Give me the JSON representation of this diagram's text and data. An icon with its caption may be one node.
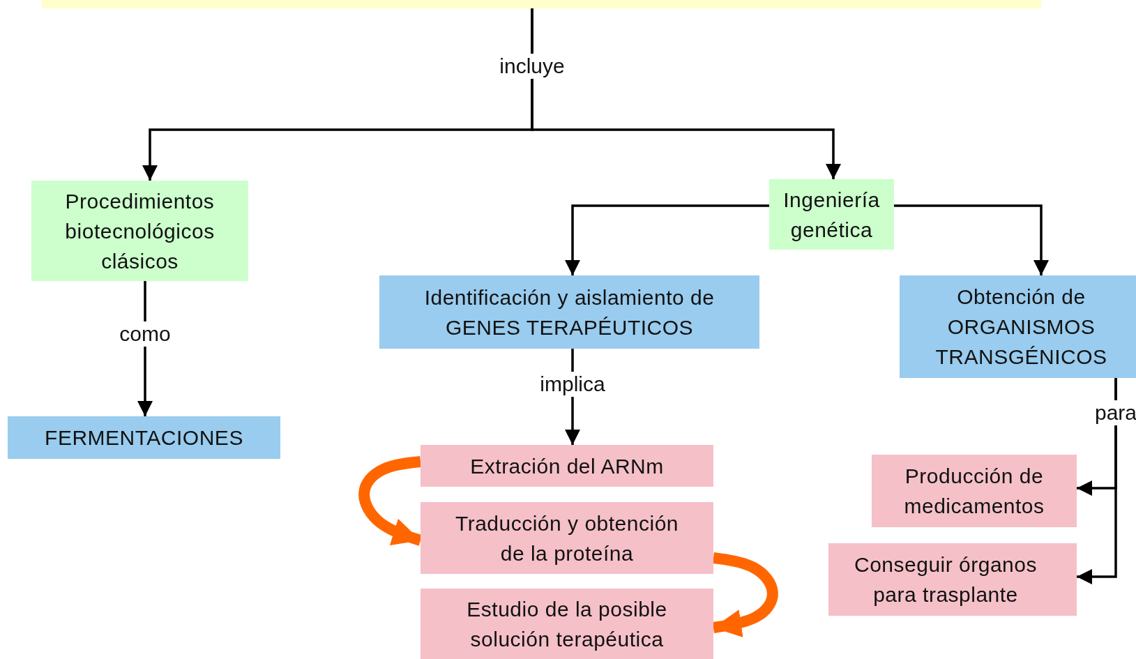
{
  "diagram": {
    "nodes": [
      {
        "text": [],
        "shape": "box"
      },
      {
        "text": [
          "Procedimientos biotecnológicos clásicos"
        ]
      },
      {
        "text": [
          "Ingeniería genética"
        ]
      },
      {
        "text": [
          "FERMENTACIONES"
        ]
      },
      {
        "text": [
          "Identificación y aislamiento de GENES TERAPÉUTICOS"
        ]
      },
      {
        "text": [
          "Obtención de ORGANISMOS TRANSGÉNICOS"
        ]
      },
      {
        "text": [
          "Extración del ARNm"
        ]
      },
      {
        "text": [
          "Traducción y obtención de la proteína"
        ]
      },
      {
        "text": [
          "Estudio de la posible solución terapéutica"
        ]
      },
      {
        "text": [
          "Producción de medicamentos"
        ]
      },
      {
        "text": [
          "Conseguir órganos para trasplante"
        ]
      }
    ],
    "edges": [
      {
        "from": 0,
        "to": 1,
        "arrow": "to",
        "label": "incluye"
      },
      {
        "from": 0,
        "to": 2,
        "arrow": "to"
      },
      {
        "from": 2,
        "to": 4,
        "arrow": "to"
      },
      {
        "from": 2,
        "to": 5,
        "arrow": "to"
      },
      {
        "from": 1,
        "to": 3,
        "arrow": "to",
        "label": "como"
      },
      {
        "from": 4,
        "to": 6,
        "arrow": "to",
        "label": "implica"
      },
      {
        "from": 5,
        "to": 9,
        "arrow": "to",
        "label": "para"
      },
      {
        "from": 5,
        "to": 10,
        "arrow": "to"
      },
      {
        "from": 6,
        "to": 7,
        "arrow": "to",
        "style": "thick",
        "color": "#ff6600"
      },
      {
        "from": 7,
        "to": 8,
        "arrow": "to",
        "style": "thick",
        "color": "#ff6600"
      }
    ]
  }
}
